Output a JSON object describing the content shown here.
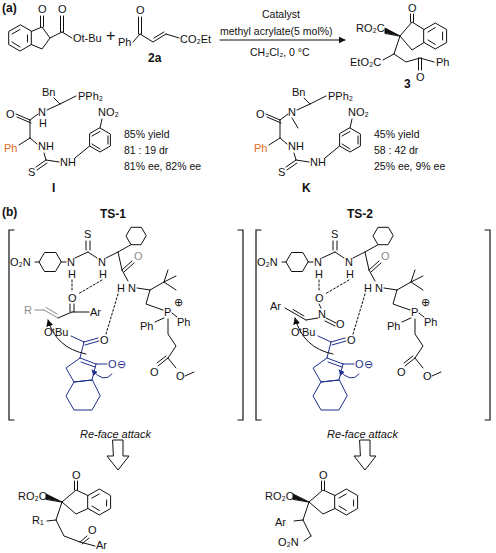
{
  "diagram": {
    "labels": [
      "(a)",
      "O",
      "O",
      "Ot-Bu",
      "+",
      "O",
      "Ph",
      "CO₂Et",
      "2a",
      "Catalyst",
      "methyl acrylate(5 mol%)",
      "CH₂Cl₂, 0 °C",
      "O",
      "RO₂C",
      "EtO₂C",
      "O",
      "Ph",
      "3",
      "Bn",
      "PPh₂",
      "N",
      "H",
      "O",
      "Ph",
      "NH",
      "S",
      "NH",
      "NO₂",
      "85% yield",
      "81 : 19 dr",
      "81% ee, 82% ee",
      "I",
      "Bn",
      "PPh₂",
      "N",
      "O",
      "Ph",
      "NH",
      "S",
      "NH",
      "NO₂",
      "45% yield",
      "58 : 42 dr",
      "25% ee, 9% ee",
      "K",
      "(b)",
      "TS-1",
      "TS-2",
      "O₂N",
      "N",
      "H",
      "S",
      "N",
      "H",
      "O",
      "H",
      "N",
      "⊕",
      "P",
      "Ph",
      "Ph",
      "O",
      "O",
      "O",
      "R",
      "Ar",
      "OᵗBu",
      "O",
      "O⊖",
      "Re-face attack",
      "O₂N",
      "N",
      "H",
      "S",
      "N",
      "H",
      "O",
      "H",
      "N",
      "⊕",
      "P",
      "Ph",
      "Ph",
      "O",
      "O",
      "O",
      "N",
      "O",
      "Ar",
      "OᵗBu",
      "O",
      "O⊖",
      "Re-face attack",
      "O",
      "RO₂C",
      "R₁",
      "O",
      "Ar",
      "O",
      "RO₂C",
      "Ar",
      "O₂N"
    ]
  }
}
